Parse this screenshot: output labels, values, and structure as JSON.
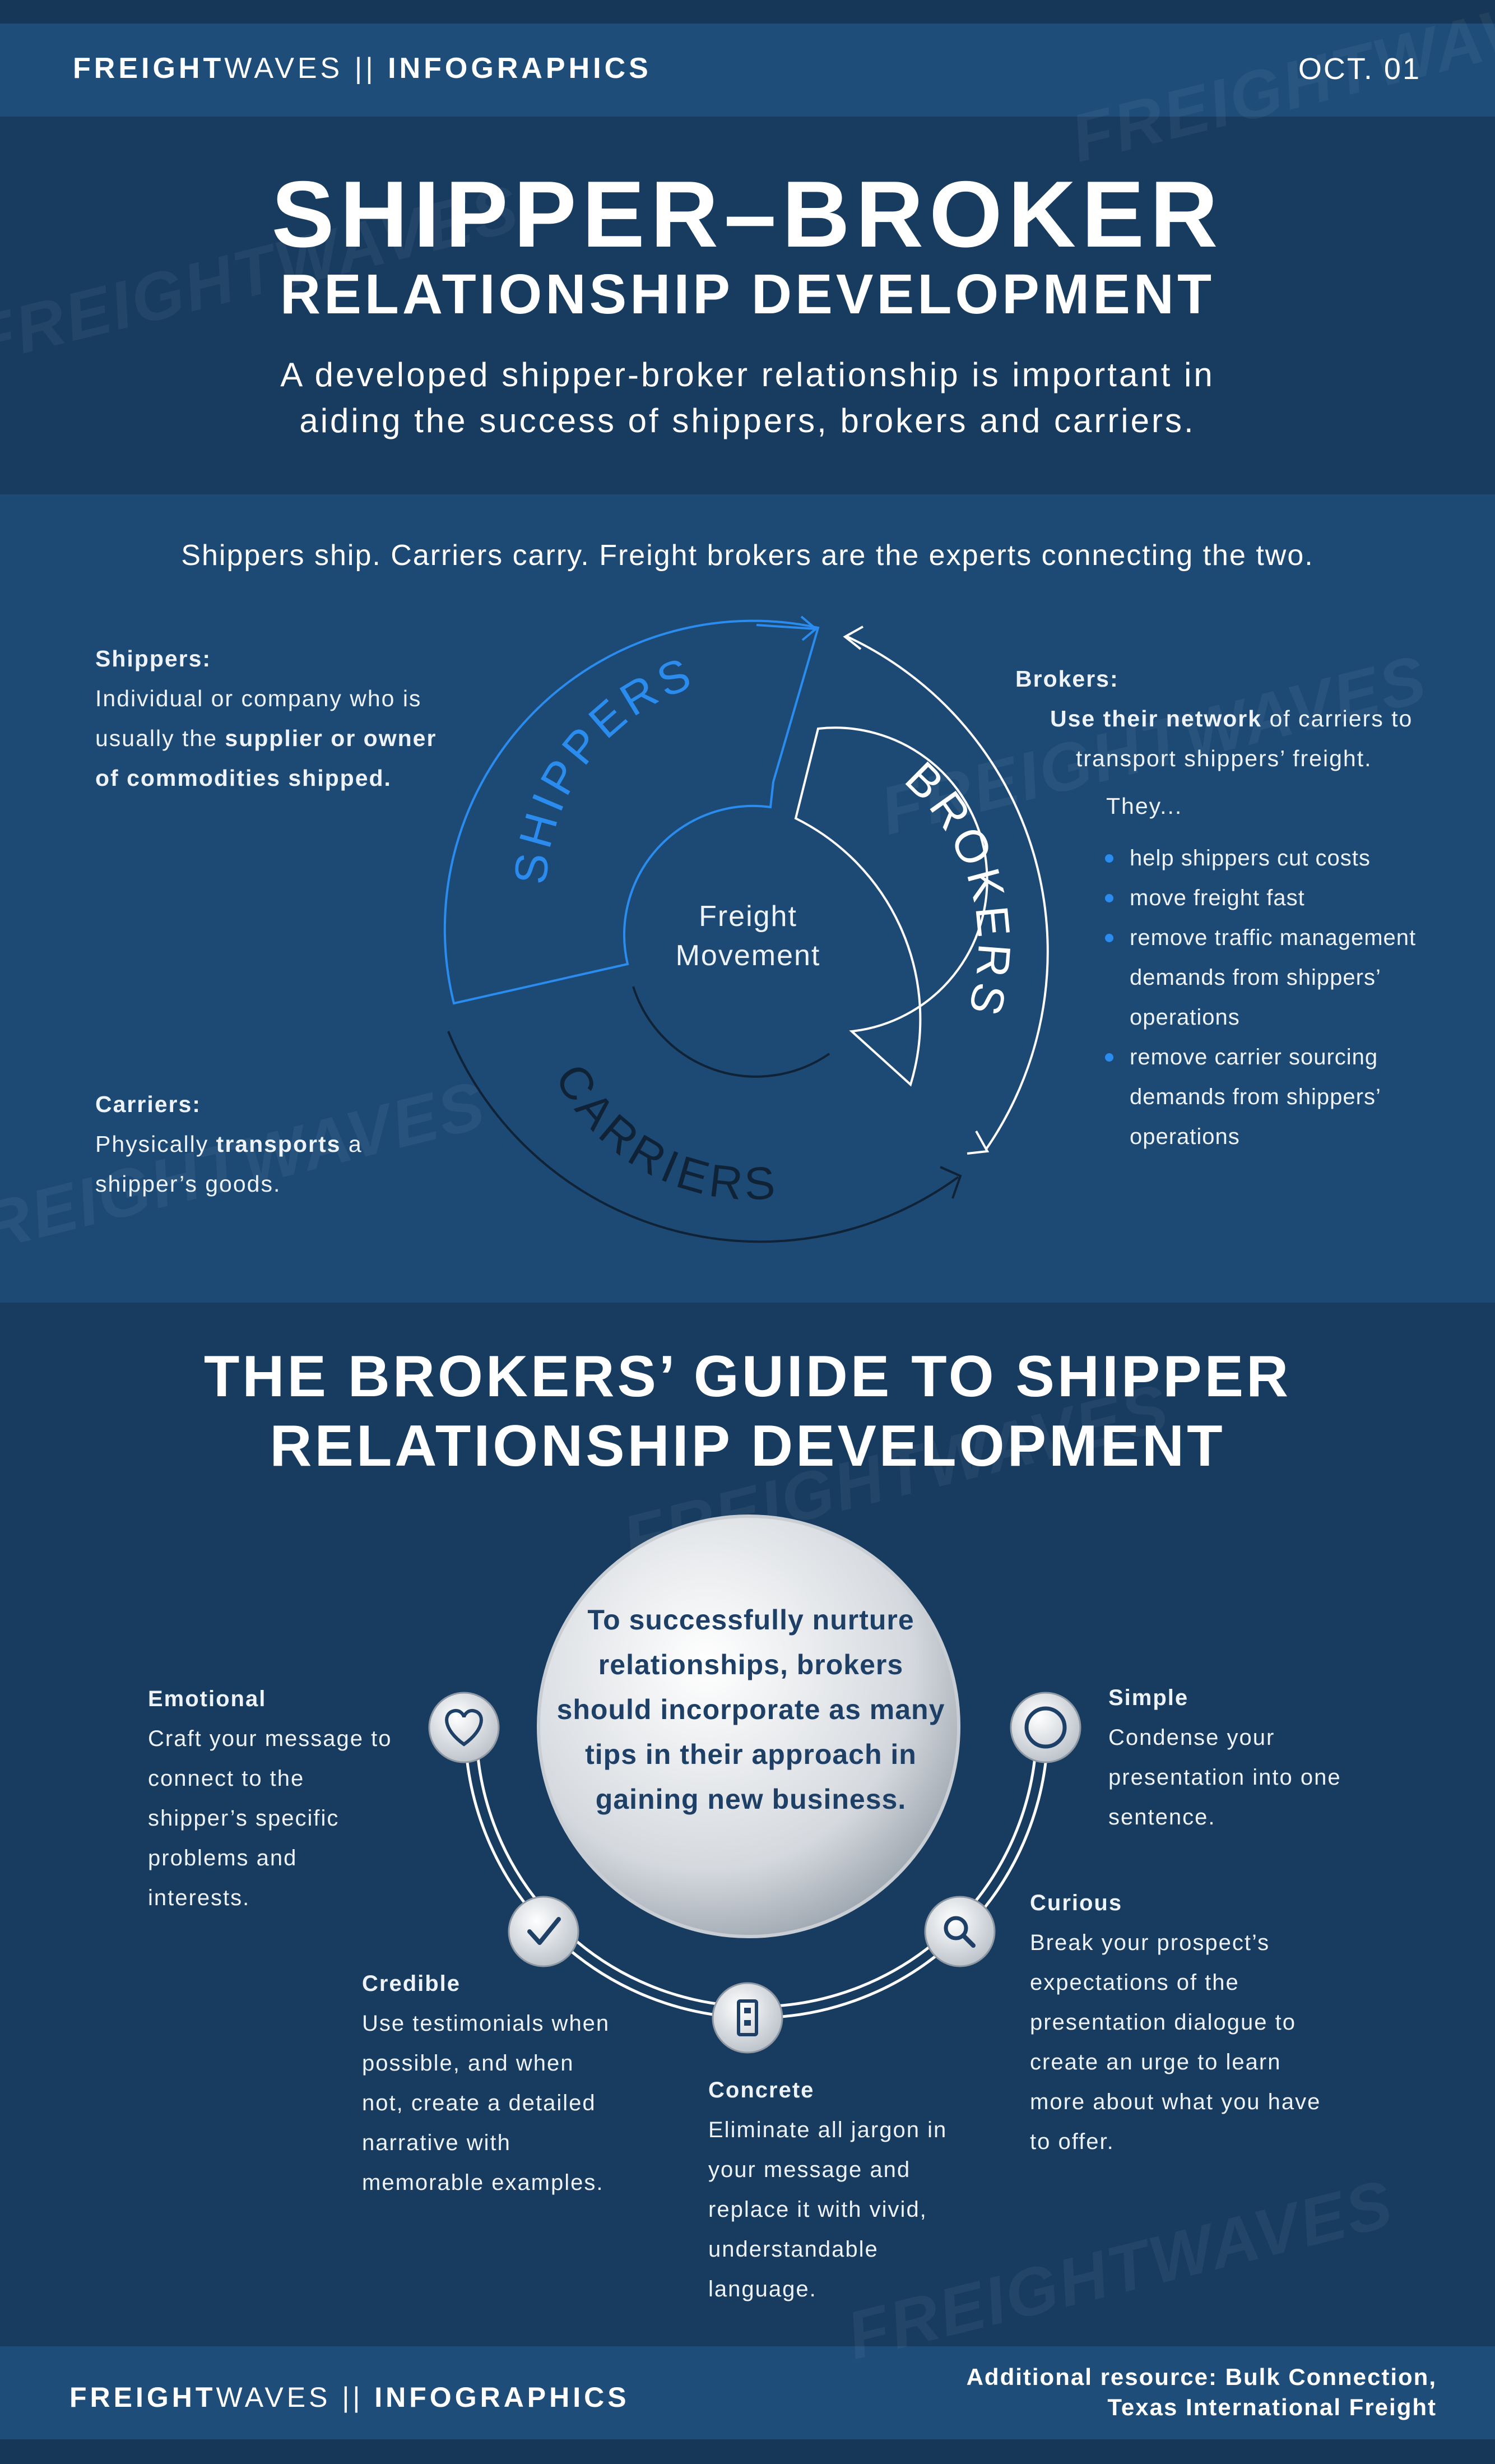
{
  "header": {
    "brand_bold": "FREIGHT",
    "brand_thin": "WAVES",
    "brand_sep": "||",
    "brand_section": "INFOGRAPHICS",
    "date": "OCT. 01"
  },
  "title": {
    "line1": "SHIPPER–BROKER",
    "line2": "RELATIONSHIP DEVELOPMENT",
    "subtitle_line1": "A developed shipper-broker relationship is important in",
    "subtitle_line2": "aiding the success of shippers, brokers and carriers."
  },
  "flow": {
    "tagline": "Shippers ship. Carriers carry. Freight brokers are the experts connecting the two.",
    "center_line1": "Freight",
    "center_line2": "Movement",
    "arc_shippers": "SHIPPERS",
    "arc_brokers": "BROKERS",
    "arc_carriers": "CARRIERS",
    "shippers": {
      "label": "Shippers:",
      "line1": "Individual or company who is",
      "line2_pre": "usually the ",
      "line2_bold": "supplier or owner",
      "line3_bold": "of commodities shipped."
    },
    "carriers": {
      "label": "Carriers:",
      "line1_pre": "Physically ",
      "line1_bold": "transports",
      "line1_post": " a",
      "line2": "shipper’s goods."
    },
    "brokers": {
      "label": "Brokers:",
      "line1_bold": "Use their network",
      "line1_post": " of carriers to",
      "line2": "transport shippers’ freight.",
      "they": "They...",
      "bullets": [
        "help shippers cut costs",
        "move freight fast",
        "remove traffic management demands from shippers’ operations",
        "remove carrier sourcing demands from shippers’ operations"
      ]
    }
  },
  "guide": {
    "title_line1": "THE BROKERS’ GUIDE TO SHIPPER",
    "title_line2": "RELATIONSHIP DEVELOPMENT",
    "center": "To successfully nurture relationships, brokers should incorporate as many tips in their approach in gaining new business.",
    "tips": {
      "emotional": {
        "title": "Emotional",
        "text": "Craft your message to connect to the shipper’s specific problems and interests."
      },
      "credible": {
        "title": "Credible",
        "text": "Use testimonials when possible, and when not, create a detailed narrative with memorable examples."
      },
      "concrete": {
        "title": "Concrete",
        "text": "Eliminate all jargon in your message and replace it with vivid, understandable language."
      },
      "curious": {
        "title": "Curious",
        "text": "Break your prospect’s expectations of the presentation dialogue to create an urge to learn more about what you have to offer."
      },
      "simple": {
        "title": "Simple",
        "text": "Condense your presentation into one sentence."
      }
    },
    "icons": [
      "heart-icon",
      "check-icon",
      "building-icon",
      "magnifier-icon",
      "circle-icon"
    ]
  },
  "footer": {
    "brand_bold": "FREIGHT",
    "brand_thin": "WAVES",
    "brand_sep": "||",
    "brand_section": "INFOGRAPHICS",
    "resource_line1": "Additional resource:  Bulk Connection,",
    "resource_line2": "Texas International Freight"
  },
  "watermark": "FREIGHTWAVES",
  "colors": {
    "navy": "#183b60",
    "blue_band": "#1e4d7a",
    "accent_blue": "#2b8cf0",
    "dark_arc": "#0f2236",
    "circle_text": "#1e3f66"
  }
}
